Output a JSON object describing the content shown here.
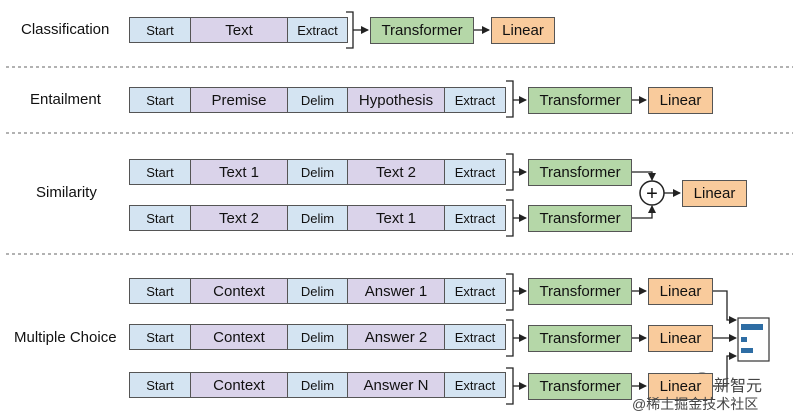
{
  "tokens": {
    "start": "Start",
    "text": "Text",
    "extract": "Extract",
    "premise": "Premise",
    "delim": "Delim",
    "hypothesis": "Hypothesis",
    "text1": "Text 1",
    "text2": "Text 2",
    "context": "Context",
    "answer1": "Answer 1",
    "answer2": "Answer 2",
    "answerN": "Answer N"
  },
  "blocks": {
    "transformer": "Transformer",
    "linear": "Linear",
    "plus": "+"
  },
  "tasks": {
    "classification": "Classification",
    "entailment": "Entailment",
    "similarity": "Similarity",
    "multiple_choice": "Multiple Choice"
  },
  "watermark": {
    "brand": "新智元",
    "community": "@稀土掘金技术社区"
  },
  "colors": {
    "token_blue": "#d4e4f2",
    "token_purple": "#dad3ea",
    "transformer_green": "#b5d7a8",
    "linear_orange": "#f9cb9c",
    "softmax_blue": "#2e6da4"
  }
}
